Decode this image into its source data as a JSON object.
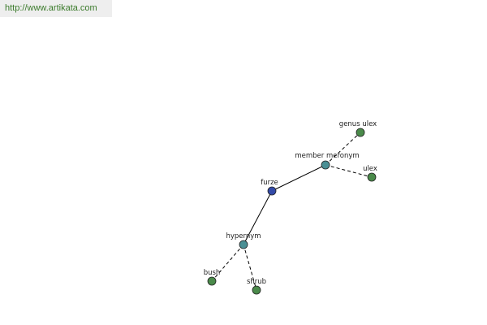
{
  "banner": {
    "url": "http://www.artikata.com"
  },
  "colors": {
    "root_node": "#334aa8",
    "relation_node": "#4a8f94",
    "leaf_node": "#4a8a4a",
    "node_stroke": "#222222",
    "edge": "#000000"
  },
  "graph": {
    "nodes": {
      "furze": {
        "label": "furze",
        "kind": "root"
      },
      "member_meronym": {
        "label": "member meronym",
        "kind": "relation"
      },
      "hypernym": {
        "label": "hypernym",
        "kind": "relation"
      },
      "genus_ulex": {
        "label": "genus ulex",
        "kind": "leaf"
      },
      "ulex": {
        "label": "ulex",
        "kind": "leaf"
      },
      "bush": {
        "label": "bush",
        "kind": "leaf"
      },
      "shrub": {
        "label": "shrub",
        "kind": "leaf"
      }
    },
    "edges": [
      {
        "from": "furze",
        "to": "member_meronym",
        "style": "solid"
      },
      {
        "from": "furze",
        "to": "hypernym",
        "style": "solid"
      },
      {
        "from": "member_meronym",
        "to": "genus_ulex",
        "style": "dashed"
      },
      {
        "from": "member_meronym",
        "to": "ulex",
        "style": "dashed"
      },
      {
        "from": "hypernym",
        "to": "bush",
        "style": "dashed"
      },
      {
        "from": "hypernym",
        "to": "shrub",
        "style": "dashed"
      }
    ]
  }
}
